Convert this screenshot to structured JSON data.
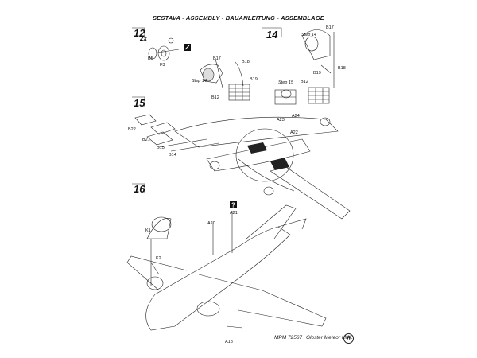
{
  "header": {
    "title": "SESTAVA - ASSEMBLY - BAUANLEITUNG - ASSEMBLAGE"
  },
  "steps": [
    {
      "number": "12"
    },
    {
      "number": "14"
    },
    {
      "number": "15"
    },
    {
      "number": "16"
    }
  ],
  "step12": {
    "qty": "2x",
    "labels": [
      "B5",
      "F3",
      "B17",
      "B18",
      "B19",
      "B12",
      "Step 14"
    ]
  },
  "step14": {
    "labels": [
      "Step 14",
      "B17",
      "B18",
      "B19",
      "B12",
      "Step 15"
    ]
  },
  "step15": {
    "labels": [
      "B22",
      "B21",
      "B15",
      "B14",
      "A23",
      "A24",
      "A22"
    ]
  },
  "step16": {
    "labels": [
      "A21",
      "A20",
      "K1",
      "K2",
      "A18"
    ],
    "question_icon": "question-mark-icon"
  },
  "footer": {
    "code": "MPM 72567",
    "model": "Gloster Meteor I Mk.",
    "page": "6"
  }
}
